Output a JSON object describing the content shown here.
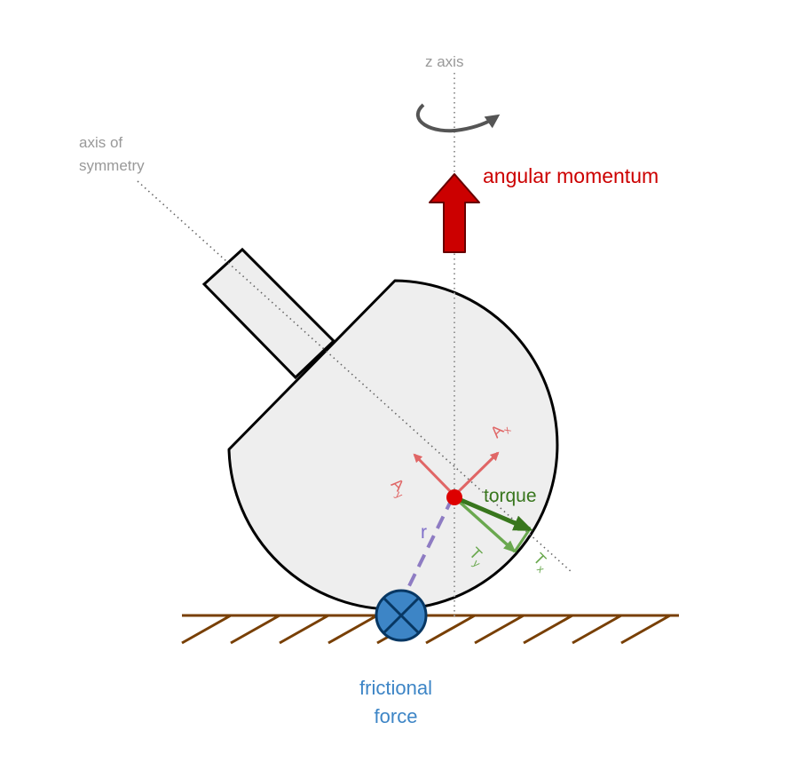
{
  "labels": {
    "z_axis": "z axis",
    "axis_of_symmetry_line1": "axis of",
    "axis_of_symmetry_line2": "symmetry",
    "angular_momentum": "angular momentum",
    "torque": "torque",
    "r": "r",
    "frictional_force_line1": "frictional",
    "frictional_force_line2": "force",
    "a_x": "A",
    "a_x_sub": "x",
    "a_y": "A",
    "a_y_sub": "y",
    "t_x": "T",
    "t_x_sub": "x",
    "t_y": "T",
    "t_y_sub": "y"
  },
  "colors": {
    "outline": "#000000",
    "body_fill": "#eeeeee",
    "angular_momentum": "#cc0000",
    "center_of_mass": "#dd0000",
    "a_vectors": "#e06666",
    "torque": "#38761d",
    "torque_components": "#6aa84f",
    "radius": "#8e7cc3",
    "friction_fill": "#3d85c6",
    "friction_stroke": "#073763",
    "ground": "#783f04",
    "axis_lines": "#999999",
    "rotation_arrow": "#555555"
  }
}
